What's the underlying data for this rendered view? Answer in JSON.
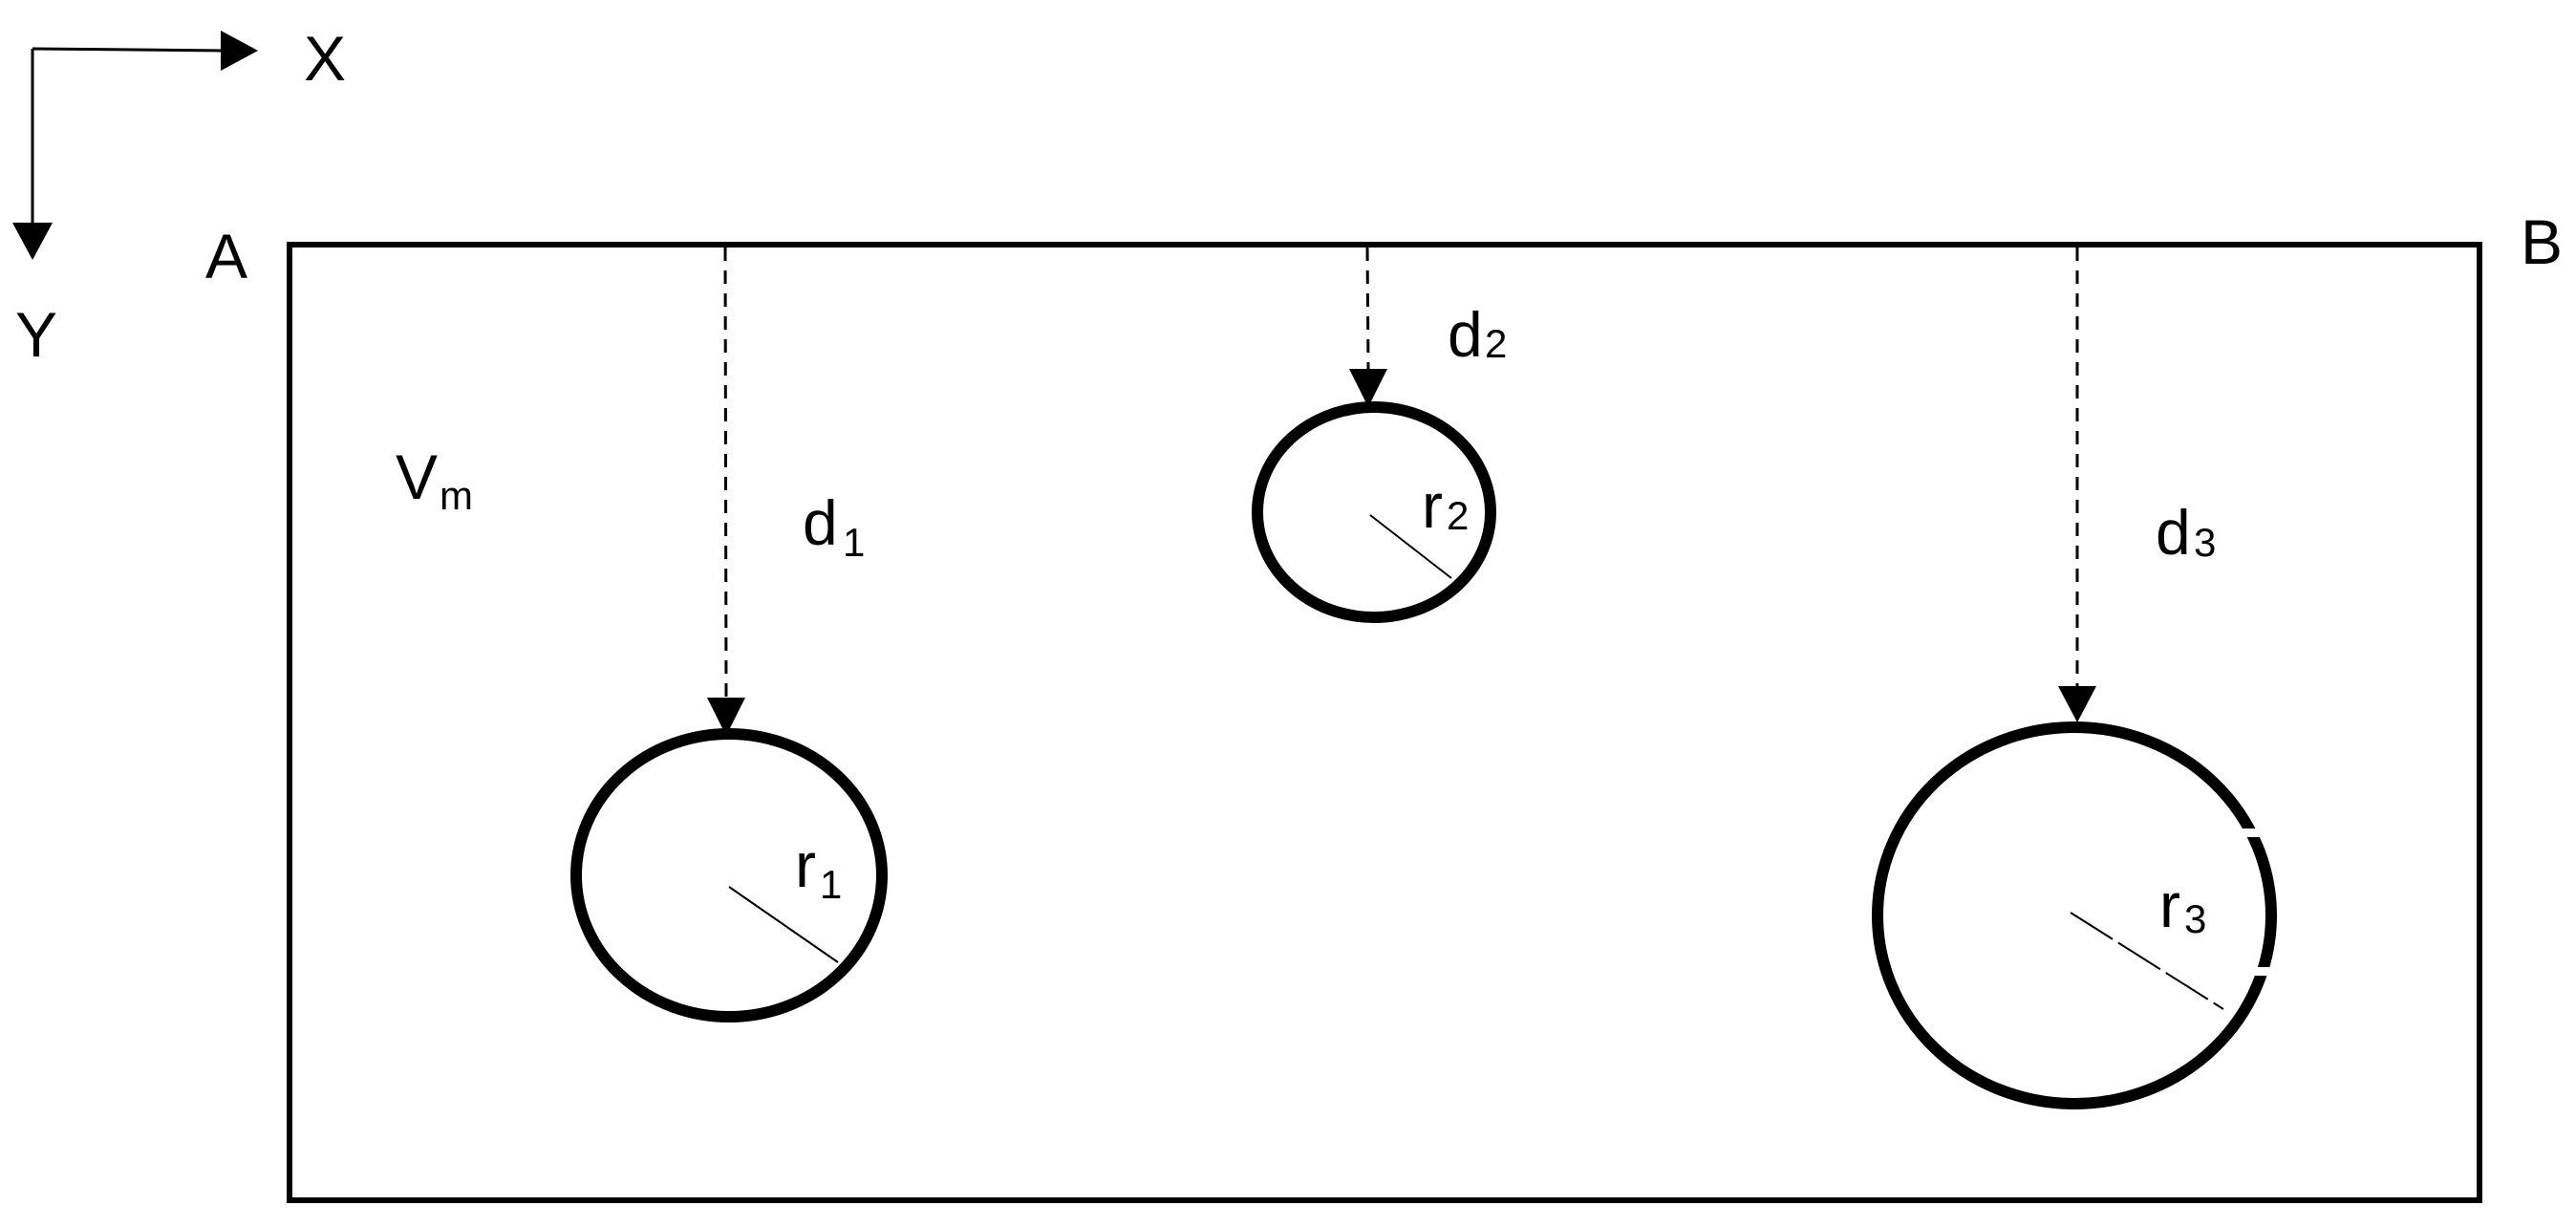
{
  "axes": {
    "x_label": "X",
    "y_label": "Y"
  },
  "corners": {
    "top_left": "A",
    "top_right": "B"
  },
  "medium": {
    "symbol": "V",
    "subscript": "m"
  },
  "cavities": [
    {
      "radius_symbol": "r",
      "depth_symbol": "d",
      "index": "1"
    },
    {
      "radius_symbol": "r",
      "depth_symbol": "d",
      "index": "2"
    },
    {
      "radius_symbol": "r",
      "depth_symbol": "d",
      "index": "3"
    }
  ],
  "colors": {
    "stroke": "#000000",
    "background": "#ffffff"
  }
}
